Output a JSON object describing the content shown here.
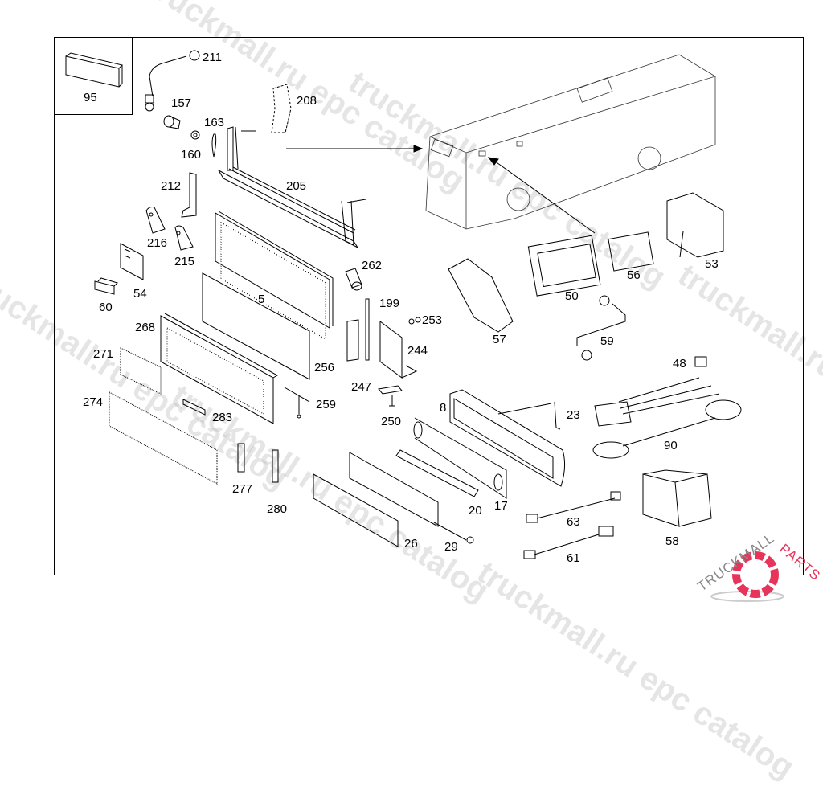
{
  "diagram": {
    "title": "Bus destination display / sign box assembly exploded view",
    "inset_label": "95",
    "part_labels": [
      {
        "id": "p211",
        "text": "211"
      },
      {
        "id": "p157",
        "text": "157"
      },
      {
        "id": "p163",
        "text": "163"
      },
      {
        "id": "p160",
        "text": "160"
      },
      {
        "id": "p208",
        "text": "208"
      },
      {
        "id": "p212",
        "text": "212"
      },
      {
        "id": "p205",
        "text": "205"
      },
      {
        "id": "p216",
        "text": "216"
      },
      {
        "id": "p215",
        "text": "215"
      },
      {
        "id": "p262",
        "text": "262"
      },
      {
        "id": "p54",
        "text": "54"
      },
      {
        "id": "p60",
        "text": "60"
      },
      {
        "id": "p5",
        "text": "5"
      },
      {
        "id": "p199",
        "text": "199"
      },
      {
        "id": "p253",
        "text": "253"
      },
      {
        "id": "p268",
        "text": "268"
      },
      {
        "id": "p244",
        "text": "244"
      },
      {
        "id": "p271",
        "text": "271"
      },
      {
        "id": "p256",
        "text": "256"
      },
      {
        "id": "p247",
        "text": "247"
      },
      {
        "id": "p274",
        "text": "274"
      },
      {
        "id": "p259",
        "text": "259"
      },
      {
        "id": "p283",
        "text": "283"
      },
      {
        "id": "p250",
        "text": "250"
      },
      {
        "id": "p8",
        "text": "8"
      },
      {
        "id": "p23",
        "text": "23"
      },
      {
        "id": "p277",
        "text": "277"
      },
      {
        "id": "p280",
        "text": "280"
      },
      {
        "id": "p20",
        "text": "20"
      },
      {
        "id": "p17",
        "text": "17"
      },
      {
        "id": "p26",
        "text": "26"
      },
      {
        "id": "p29",
        "text": "29"
      },
      {
        "id": "p50",
        "text": "50"
      },
      {
        "id": "p56",
        "text": "56"
      },
      {
        "id": "p53",
        "text": "53"
      },
      {
        "id": "p57",
        "text": "57"
      },
      {
        "id": "p59",
        "text": "59"
      },
      {
        "id": "p48",
        "text": "48"
      },
      {
        "id": "p90",
        "text": "90"
      },
      {
        "id": "p63",
        "text": "63"
      },
      {
        "id": "p58",
        "text": "58"
      },
      {
        "id": "p61",
        "text": "61"
      }
    ]
  },
  "watermark": {
    "text": "truckmall.ru epc catalog",
    "logo_text_a": "TRUCKMALL",
    "logo_text_b": "PARTS",
    "logo_color": "#e8335a"
  }
}
